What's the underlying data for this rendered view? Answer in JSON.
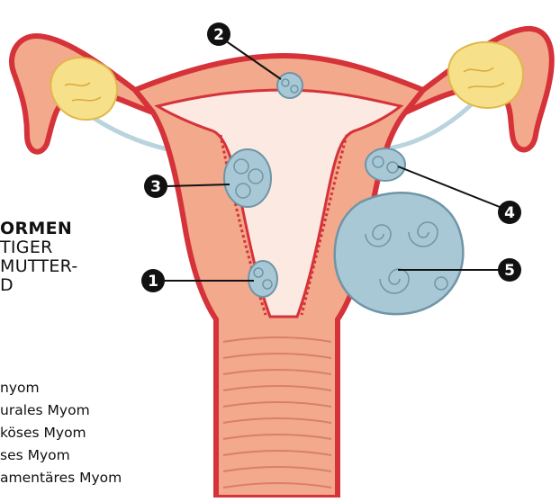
{
  "legend": {
    "title": "ORMEN",
    "subtitle_lines": [
      "TIGER",
      "MUTTER-",
      "D"
    ],
    "items": [
      "nyom",
      "urales Myom",
      "köses Myom",
      "ses Myom",
      "amentäres Myom"
    ]
  },
  "callouts": [
    "2",
    "3",
    "1",
    "4",
    "5"
  ],
  "colors": {
    "uterus_wall": "#f2a98c",
    "uterus_outline": "#d6323a",
    "cavity": "#fbe9e2",
    "myoma": "#a8c8d6",
    "ovary": "#f7e08a",
    "callout": "#111111"
  }
}
